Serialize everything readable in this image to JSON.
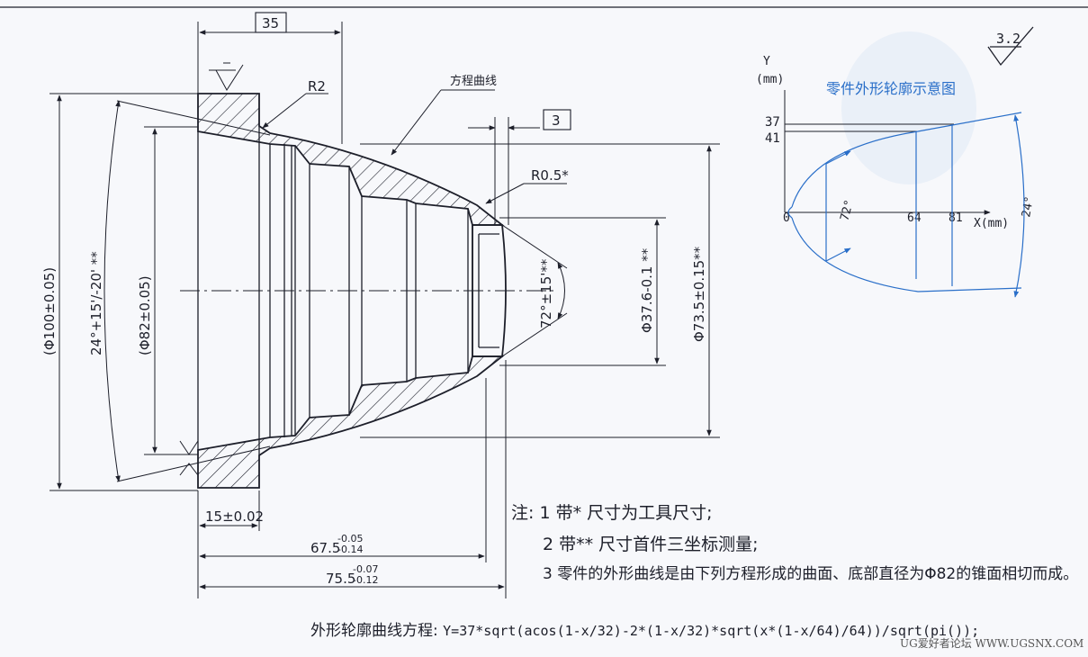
{
  "drawing": {
    "dims": {
      "top_width": "35",
      "radius_left": "R2",
      "curve_label": "方程曲线",
      "tip_gap": "3",
      "radius_tip": "R0.5*",
      "outer_diameter": "(Φ100±0.05)",
      "cone_angle": "24°+15'/-20' **",
      "base_diameter": "(Φ82±0.05)",
      "tip_angle": "72°±15'**",
      "bore_diameter": "Φ37.6-0.1 **",
      "cone_diameter": "Φ73.5±0.15**",
      "flange_thickness": "15±0.02",
      "length_inner_main": "67.5",
      "length_inner_tol_up": "-0.05",
      "length_inner_tol_low": "-0.14",
      "length_total_main": "75.5",
      "length_total_tol_up": "-0.07",
      "length_total_tol_low": "-0.12"
    },
    "roughness": "3.2"
  },
  "profile_chart": {
    "title": "零件外形轮廓示意图",
    "y_axis_label": "Y",
    "y_axis_unit": "(mm)",
    "x_axis_label": "X(mm)",
    "y_ticks": [
      "37",
      "41"
    ],
    "x_ticks": [
      "0",
      "64",
      "81"
    ],
    "angle_inner": "72°",
    "angle_outer": "24°"
  },
  "notes": {
    "prefix": "注:",
    "items": [
      {
        "num": "1",
        "text": "带* 尺寸为工具尺寸;"
      },
      {
        "num": "2",
        "text": "带** 尺寸首件三坐标测量;"
      },
      {
        "num": "3",
        "text": "零件的外形曲线是由下列方程形成的曲面、底部直径为Φ82的锥面相切而成。"
      }
    ],
    "equation_label": "外形轮廓曲线方程:",
    "equation": "Y=37*sqrt(acos(1-x/32)-2*(1-x/32)*sqrt(x*(1-x/64)/64))/sqrt(pi());"
  },
  "watermark": "UG爱好者论坛 WWW.UGSNX.COM",
  "colors": {
    "ink": "#1d1f2a",
    "blue_ink": "#2a6fc9",
    "paper": "#f7f8fb"
  }
}
